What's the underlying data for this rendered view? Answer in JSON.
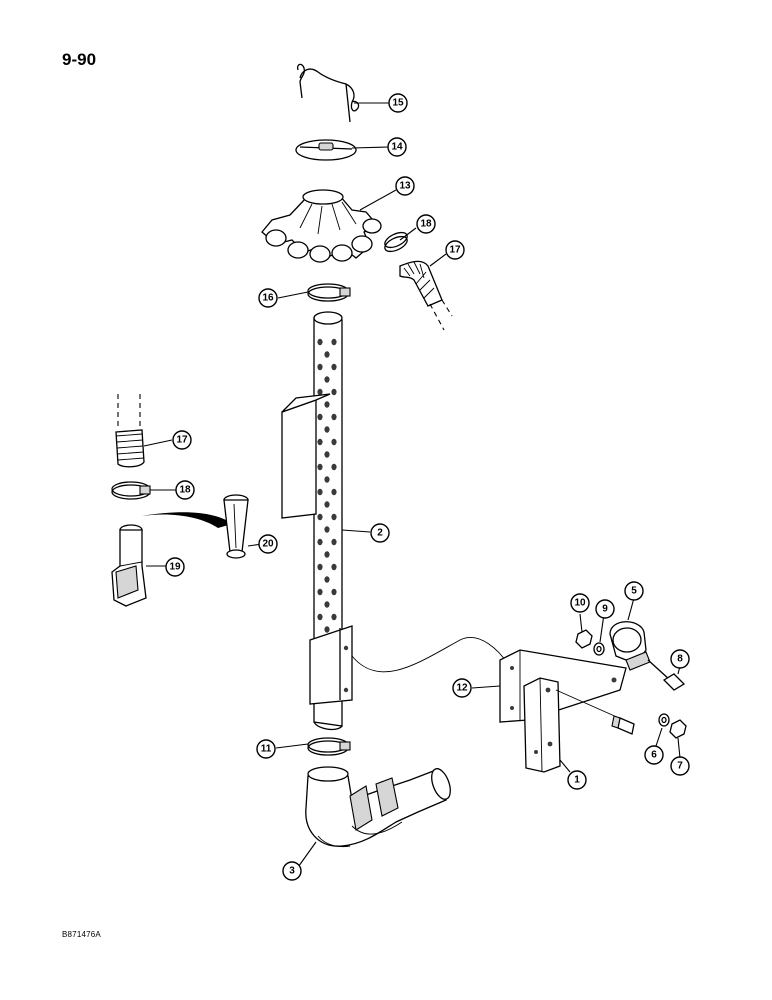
{
  "page_number": "9-90",
  "figure_ref": "B871476A",
  "callouts": [
    {
      "id": "1"
    },
    {
      "id": "2"
    },
    {
      "id": "3"
    },
    {
      "id": "5"
    },
    {
      "id": "6"
    },
    {
      "id": "7"
    },
    {
      "id": "8"
    },
    {
      "id": "9"
    },
    {
      "id": "10"
    },
    {
      "id": "11"
    },
    {
      "id": "12"
    },
    {
      "id": "13"
    },
    {
      "id": "14"
    },
    {
      "id": "15"
    },
    {
      "id": "16"
    },
    {
      "id": "17"
    },
    {
      "id": "17"
    },
    {
      "id": "18"
    },
    {
      "id": "18"
    },
    {
      "id": "19"
    },
    {
      "id": "20"
    }
  ]
}
